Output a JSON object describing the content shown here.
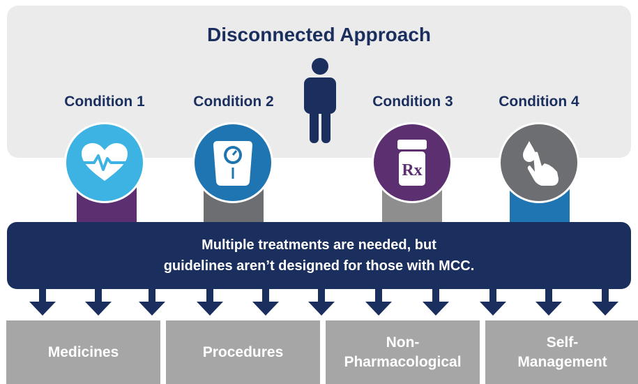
{
  "title": "Disconnected Approach",
  "conditions": [
    {
      "label": "Condition 1",
      "icon": "heart-pulse-icon",
      "color": "#3db3e3",
      "stem_color": "#5b2f70"
    },
    {
      "label": "Condition 2",
      "icon": "scale-icon",
      "color": "#1e75b1",
      "stem_color": "#6d6e71"
    },
    {
      "label": "Condition 3",
      "icon": "pill-bottle-icon",
      "color": "#5b2f70",
      "stem_color": "#8e8e8e"
    },
    {
      "label": "Condition 4",
      "icon": "hand-drop-icon",
      "color": "#6d6e71",
      "stem_color": "#1e75b1"
    }
  ],
  "pill_bottle_text": "Rx",
  "banner": {
    "line1": "Multiple treatments are needed, but",
    "line2": "guidelines aren’t designed for those with MCC."
  },
  "treatments": [
    {
      "line1": "Medicines",
      "line2": ""
    },
    {
      "line1": "Procedures",
      "line2": ""
    },
    {
      "line1": "Non-",
      "line2": "Pharmacological"
    },
    {
      "line1": "Self-",
      "line2": "Management"
    }
  ],
  "colors": {
    "navy": "#1b2f5e",
    "panel": "#ebebeb",
    "box": "#a6a6a6"
  }
}
